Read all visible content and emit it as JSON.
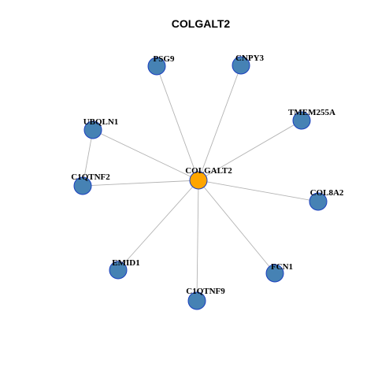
{
  "title": "COLGALT2",
  "hub": {
    "label": "COLGALT2",
    "color": "#FFA500"
  },
  "neighbor_color": "#4682B4",
  "border_color": "#1A3FBF",
  "edge_color": "#B3B3B3",
  "nodes": [
    {
      "id": "PSG9",
      "label": "PSG9"
    },
    {
      "id": "CNPY3",
      "label": "CNPY3"
    },
    {
      "id": "TMEM255A",
      "label": "TMEM255A"
    },
    {
      "id": "UBQLN1",
      "label": "UBQLN1"
    },
    {
      "id": "C1QTNF2",
      "label": "C1QTNF2"
    },
    {
      "id": "COL8A2",
      "label": "COL8A2"
    },
    {
      "id": "EMID1",
      "label": "EMID1"
    },
    {
      "id": "FCN1",
      "label": "FCN1"
    },
    {
      "id": "C1QTNF9",
      "label": "C1QTNF9"
    }
  ],
  "edges": [
    [
      "COLGALT2",
      "PSG9"
    ],
    [
      "COLGALT2",
      "CNPY3"
    ],
    [
      "COLGALT2",
      "TMEM255A"
    ],
    [
      "COLGALT2",
      "UBQLN1"
    ],
    [
      "COLGALT2",
      "C1QTNF2"
    ],
    [
      "COLGALT2",
      "COL8A2"
    ],
    [
      "COLGALT2",
      "EMID1"
    ],
    [
      "COLGALT2",
      "FCN1"
    ],
    [
      "COLGALT2",
      "C1QTNF9"
    ],
    [
      "UBQLN1",
      "C1QTNF2"
    ]
  ]
}
